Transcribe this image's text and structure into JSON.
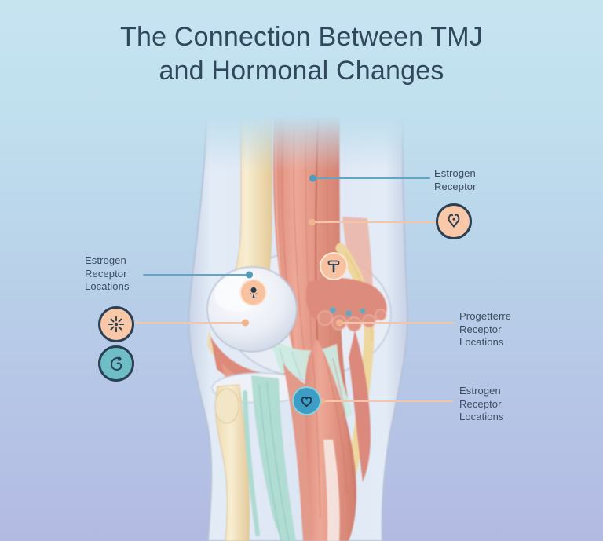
{
  "title": {
    "line1": "The Connection Between TMJ",
    "line2": "and Hormonal Changes"
  },
  "callouts": {
    "estrogen_receptor_top": {
      "text": "Estrogen\nReceptor"
    },
    "estrogen_receptor_locations_left": {
      "text": "Estrogen\nReceptor\nLocations"
    },
    "progesterone_receptor_locations_right": {
      "text": "Progetterre\nReceptor\nLocations"
    },
    "estrogen_receptor_locations_bottom": {
      "text": "Estrogen\nReceptor\nLocations"
    }
  },
  "icons": {
    "uterus": "uterus-icon",
    "nerve_starburst": "starburst-icon",
    "fetus": "fetus-icon",
    "receptor_pin": "receptor-pin-icon",
    "reflex_hammer": "reflex-hammer-icon",
    "heart": "heart-icon"
  },
  "colors": {
    "title_text": "#31475c",
    "label_text": "#3c4d60",
    "teal_line": "#5fa7c6",
    "peach_line": "#f3c5a9",
    "badge_border": "#2c4054",
    "badge_peach": "#f9c8a8",
    "badge_teal": "#6fbec6",
    "badge_blue": "#3d9dc5",
    "background_top": "#c6e4f0",
    "background_bottom": "#b3bae2"
  }
}
